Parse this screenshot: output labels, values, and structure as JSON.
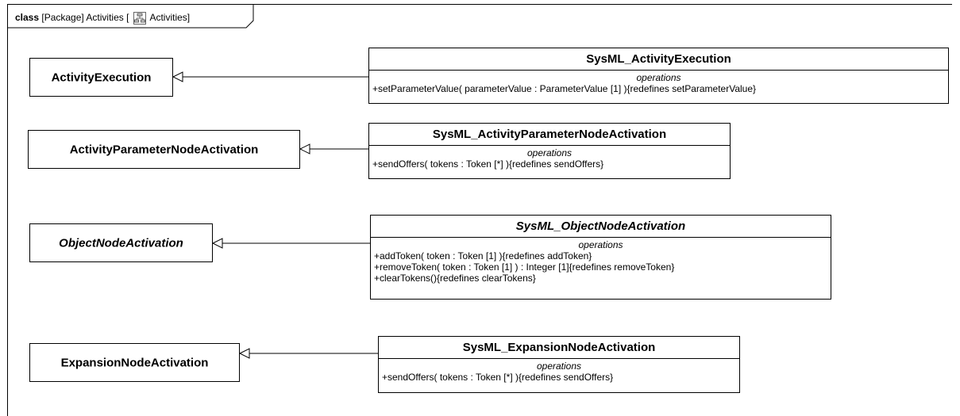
{
  "frame": {
    "keyword": "class",
    "title_prefix": "[Package] Activities [",
    "title_name": "Activities",
    "title_suffix": "]"
  },
  "classes": [
    {
      "name": "ActivityExecution",
      "abstract": false,
      "parent": {
        "name": "SysML_ActivityExecution",
        "abstract": false,
        "compartment_title": "operations",
        "operations": [
          "+setParameterValue( parameterValue : ParameterValue [1] ){redefines setParameterValue}"
        ]
      }
    },
    {
      "name": "ActivityParameterNodeActivation",
      "abstract": false,
      "parent": {
        "name": "SysML_ActivityParameterNodeActivation",
        "abstract": false,
        "compartment_title": "operations",
        "operations": [
          "+sendOffers( tokens : Token [*] ){redefines sendOffers}"
        ]
      }
    },
    {
      "name": "ObjectNodeActivation",
      "abstract": true,
      "parent": {
        "name": "SysML_ObjectNodeActivation",
        "abstract": true,
        "compartment_title": "operations",
        "operations": [
          "+addToken( token : Token [1] ){redefines addToken}",
          "+removeToken( token : Token [1] ) : Integer [1]{redefines removeToken}",
          "+clearTokens(){redefines clearTokens}"
        ]
      }
    },
    {
      "name": "ExpansionNodeActivation",
      "abstract": false,
      "parent": {
        "name": "SysML_ExpansionNodeActivation",
        "abstract": false,
        "compartment_title": "operations",
        "operations": [
          "+sendOffers( tokens : Token [*] ){redefines sendOffers}"
        ]
      }
    }
  ]
}
